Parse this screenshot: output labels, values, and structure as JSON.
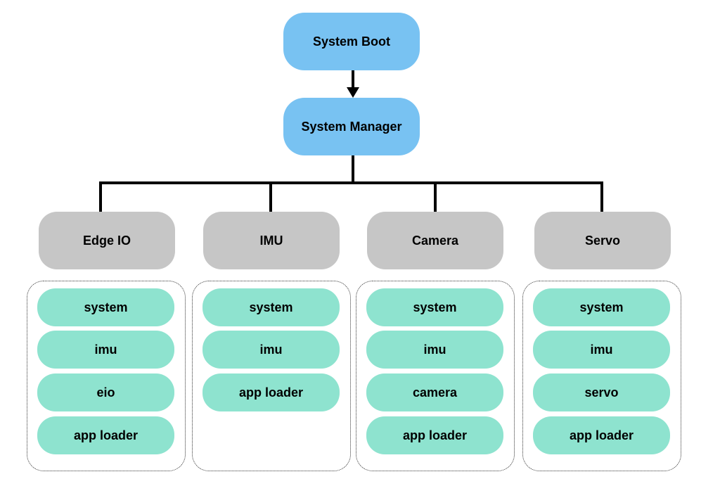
{
  "top": {
    "boot_label": "System Boot",
    "manager_label": "System Manager"
  },
  "colors": {
    "top_node": "#78c2f2",
    "service_node": "#c6c6c6",
    "module_node": "#8ee3cf",
    "connector": "#000000"
  },
  "services": [
    {
      "label": "Edge IO",
      "modules": [
        "system",
        "imu",
        "eio",
        "app loader"
      ]
    },
    {
      "label": "IMU",
      "modules": [
        "system",
        "imu",
        "app loader"
      ]
    },
    {
      "label": "Camera",
      "modules": [
        "system",
        "imu",
        "camera",
        "app loader"
      ]
    },
    {
      "label": "Servo",
      "modules": [
        "system",
        "imu",
        "servo",
        "app loader"
      ]
    }
  ]
}
